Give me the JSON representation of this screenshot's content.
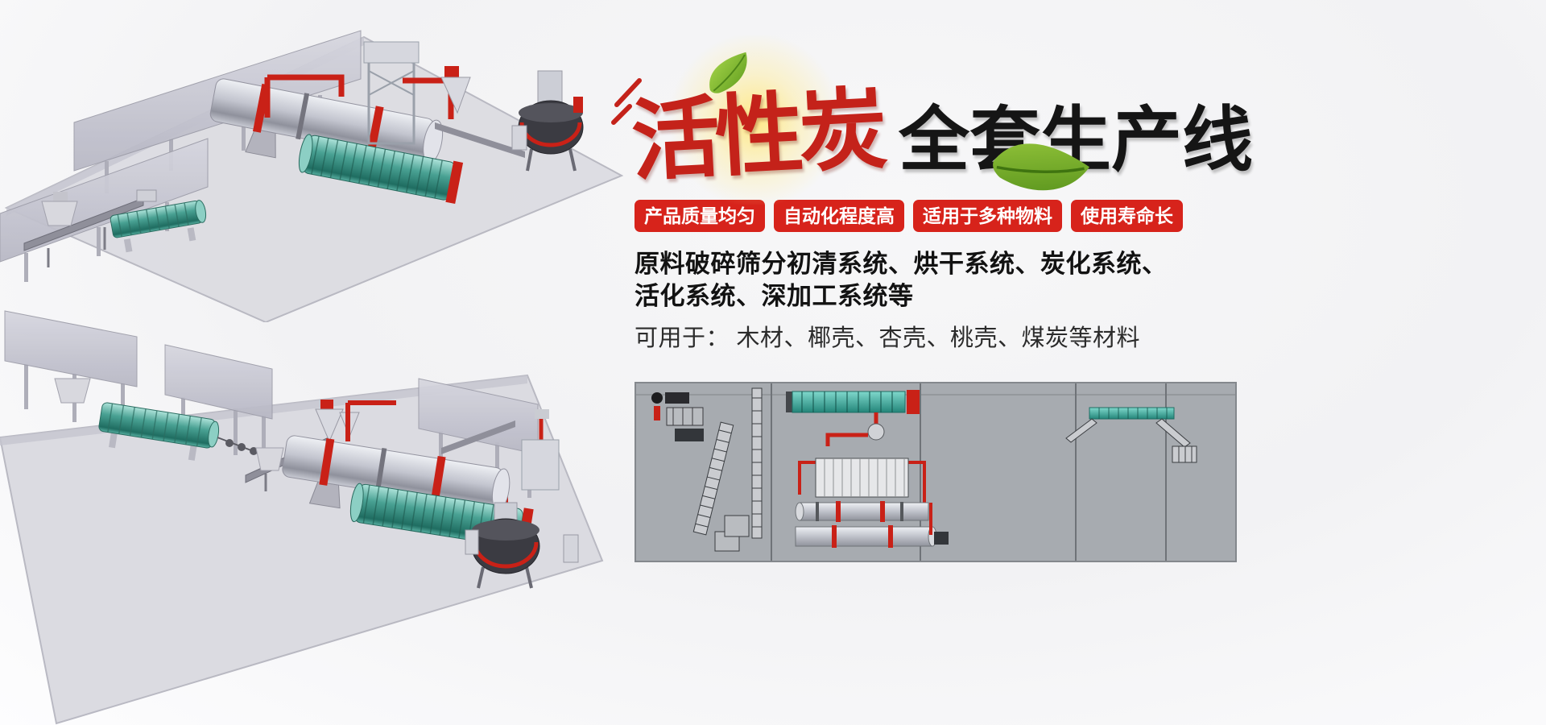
{
  "banner": {
    "title": {
      "red": "活性炭",
      "black": "全套生产线"
    },
    "badges": [
      "产品质量均匀",
      "自动化程度高",
      "适用于多种物料",
      "使用寿命长"
    ],
    "description": {
      "line1": "原料破碎筛分初清系统、烘干系统、炭化系统、",
      "line2": "活化系统、深加工系统等",
      "line3": "可用于： 木材、椰壳、杏壳、桃壳、煤炭等材料"
    },
    "colors": {
      "badge_red": "#d7231b",
      "title_red": "#c4221a",
      "title_black": "#151515",
      "leaf_green": "#6fae24",
      "pipe_red": "#c92117",
      "drum_teal": "#3f9c8e",
      "schematic_bg": "#a7abb0"
    },
    "icons": {
      "leaf_small": "leaf-icon",
      "leaf_large": "leaf-icon",
      "speed_lines": "speed-lines-icon"
    }
  }
}
